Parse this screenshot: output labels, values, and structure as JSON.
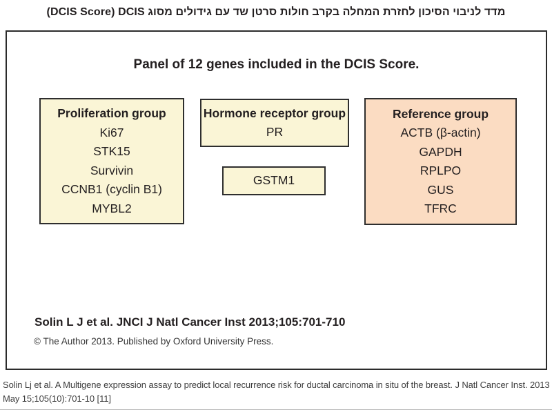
{
  "header": {
    "hebrew_text": "מדד לניבוי הסיכון לחזרת המחלה בקרב חולות סרטן שד עם גידולים מסוג",
    "latin_text": "(DCIS Score) DCIS"
  },
  "figure": {
    "title": "Panel of 12 genes included in the DCIS Score.",
    "groups": [
      {
        "name": "Proliferation group",
        "genes": [
          "Ki67",
          "STK15",
          "Survivin",
          "CCNB1 (cyclin B1)",
          "MYBL2"
        ]
      },
      {
        "name": "Hormone receptor group",
        "genes": [
          "PR"
        ]
      },
      {
        "name": "Reference group",
        "genes": [
          "ACTB (β-actin)",
          "GAPDH",
          "RPLPO",
          "GUS",
          "TFRC"
        ]
      }
    ],
    "standalone_gene": "GSTM1",
    "citation": "Solin L J et al. JNCI J Natl Cancer Inst 2013;105:701-710",
    "copyright": "© The Author 2013. Published by Oxford University Press."
  },
  "footer": {
    "caption": "Solin Lj et al. A Multigene expression assay to predict local recurrence risk for ductal carcinoma in situ of the breast. J Natl Cancer Inst. 2013 May 15;105(10):701-10 [11]"
  },
  "colors": {
    "group_yellow": "#faf5d6",
    "group_peach": "#fbdcc2",
    "box_border": "#2b2b2b",
    "text": "#231f20"
  }
}
